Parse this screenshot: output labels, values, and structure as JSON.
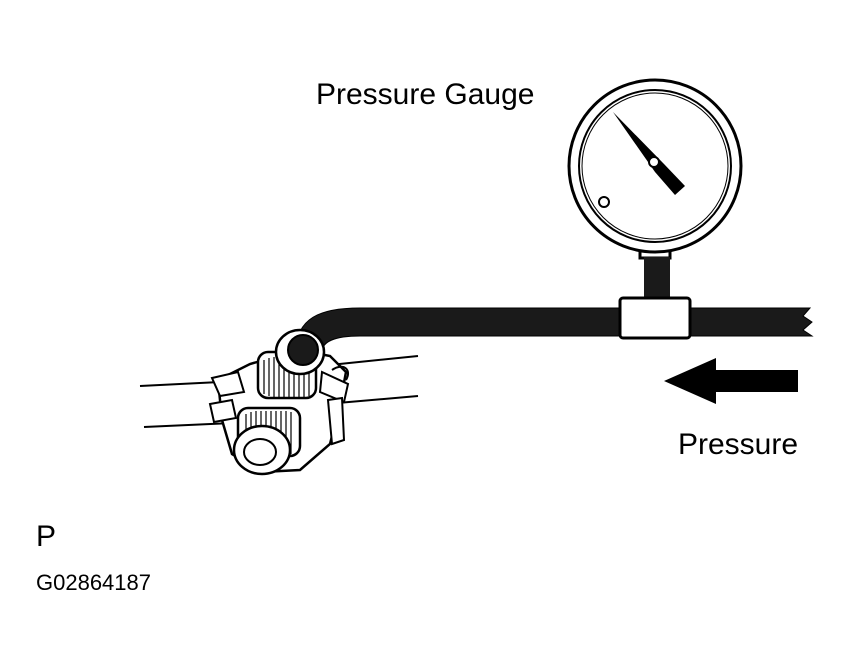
{
  "labels": {
    "pressure_gauge": "Pressure Gauge",
    "pressure": "Pressure",
    "view_letter": "P",
    "figure_code": "G02864187"
  },
  "colors": {
    "line": "#000000",
    "hose": "#1a1a1a",
    "background": "#ffffff"
  },
  "icons": {
    "gauge": "pressure-gauge-icon",
    "arrow": "arrow-left-icon",
    "valve": "valve-assembly-icon"
  }
}
